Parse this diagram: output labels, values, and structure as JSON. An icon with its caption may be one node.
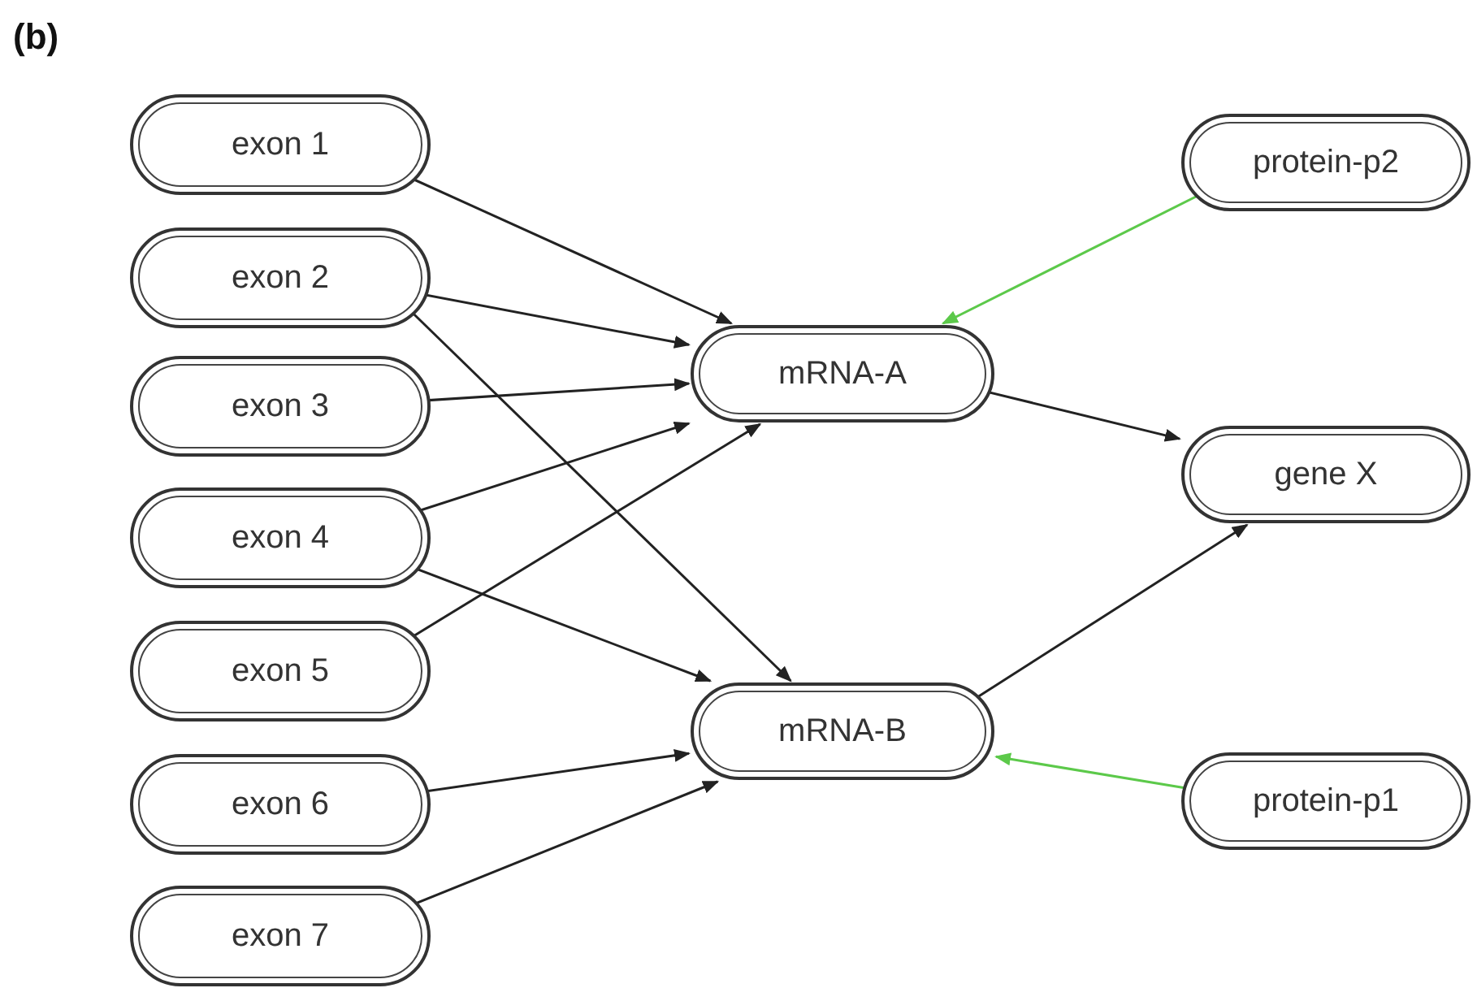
{
  "diagram": {
    "title": "(b)",
    "nodes": [
      {
        "text": [
          "exon 1"
        ]
      },
      {
        "text": [
          "exon 2"
        ]
      },
      {
        "text": [
          "exon 3"
        ]
      },
      {
        "text": [
          "exon 4"
        ]
      },
      {
        "text": [
          "exon 5"
        ]
      },
      {
        "text": [
          "exon 6"
        ]
      },
      {
        "text": [
          "exon 7"
        ]
      },
      {
        "text": [
          "mRNA-A"
        ]
      },
      {
        "text": [
          "mRNA-B"
        ]
      },
      {
        "text": [
          "protein-p2"
        ]
      },
      {
        "text": [
          "gene X"
        ]
      },
      {
        "text": [
          "protein-p1"
        ]
      }
    ],
    "edges": [
      {
        "from": 0,
        "to": 7,
        "arrow": "to"
      },
      {
        "from": 1,
        "to": 7,
        "arrow": "to"
      },
      {
        "from": 2,
        "to": 7,
        "arrow": "to"
      },
      {
        "from": 3,
        "to": 7,
        "arrow": "to"
      },
      {
        "from": 4,
        "to": 7,
        "arrow": "to"
      },
      {
        "from": 1,
        "to": 8,
        "arrow": "to"
      },
      {
        "from": 3,
        "to": 8,
        "arrow": "to"
      },
      {
        "from": 5,
        "to": 8,
        "arrow": "to"
      },
      {
        "from": 6,
        "to": 8,
        "arrow": "to"
      },
      {
        "from": 7,
        "to": 10,
        "arrow": "to"
      },
      {
        "from": 8,
        "to": 10,
        "arrow": "to"
      },
      {
        "from": 9,
        "to": 7,
        "arrow": "to",
        "color": "#5cc94a"
      },
      {
        "from": 11,
        "to": 8,
        "arrow": "to",
        "color": "#5cc94a"
      }
    ]
  }
}
